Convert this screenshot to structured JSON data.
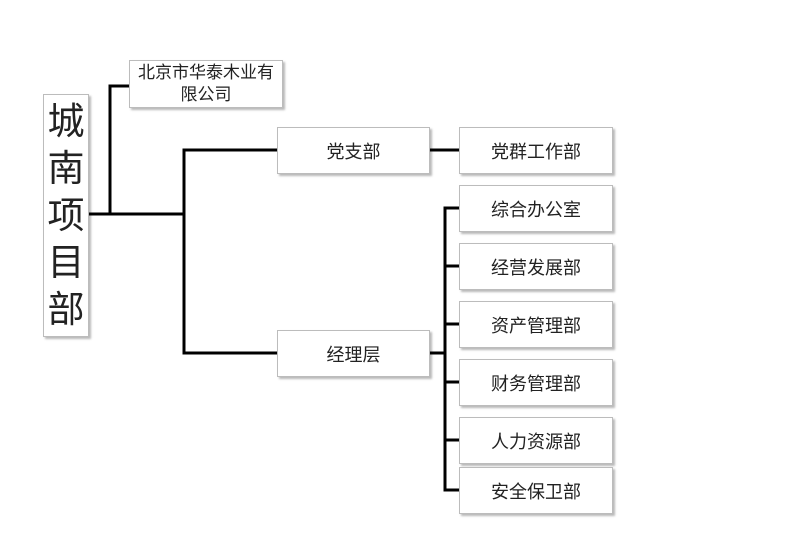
{
  "root": {
    "label": "城南项目部",
    "chars": [
      "城",
      "南",
      "项",
      "目",
      "部"
    ]
  },
  "company": {
    "label": "北京市华泰木业有限公司"
  },
  "party_branch": {
    "label": "党支部",
    "children": [
      {
        "label": "党群工作部"
      }
    ]
  },
  "management": {
    "label": "经理层",
    "children": [
      {
        "label": "综合办公室"
      },
      {
        "label": "经营发展部"
      },
      {
        "label": "资产管理部"
      },
      {
        "label": "财务管理部"
      },
      {
        "label": "人力资源部"
      },
      {
        "label": "安全保卫部"
      }
    ]
  },
  "colors": {
    "connector": "#000000",
    "box_border": "#bcbcbc",
    "box_fill": "#ffffff"
  }
}
